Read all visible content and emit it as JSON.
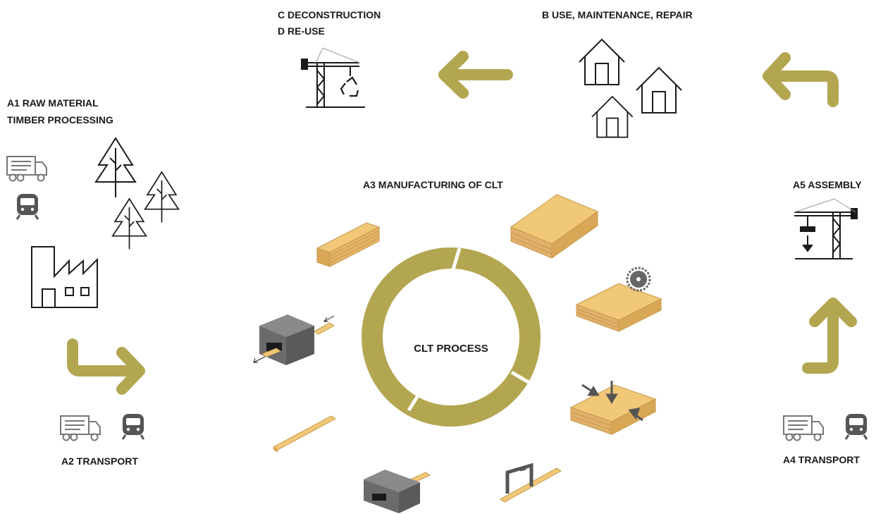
{
  "stages": {
    "a1_line1": "A1 RAW MATERIAL",
    "a1_line2": "TIMBER PROCESSING",
    "a2": "A2 TRANSPORT",
    "a3": "A3 MANUFACTURING OF CLT",
    "a4": "A4 TRANSPORT",
    "a5": "A5 ASSEMBLY",
    "b": "B USE, MAINTENANCE, REPAIR",
    "c_line1": "C DECONSTRUCTION",
    "c_line2": "D RE-USE"
  },
  "center": {
    "label": "CLT PROCESS"
  },
  "colors": {
    "accent": "#b3a651",
    "ink": "#1a1a1a",
    "wood": "#f0c878",
    "wood_dark": "#d9a856",
    "block": "#7d7d7d",
    "gray_icon": "#555555"
  },
  "icons": [
    "truck-icon",
    "train-icon",
    "tree-icon",
    "factory-icon",
    "house-icon",
    "crane-icon",
    "recycle-icon",
    "saw-icon",
    "arrow-icon"
  ]
}
